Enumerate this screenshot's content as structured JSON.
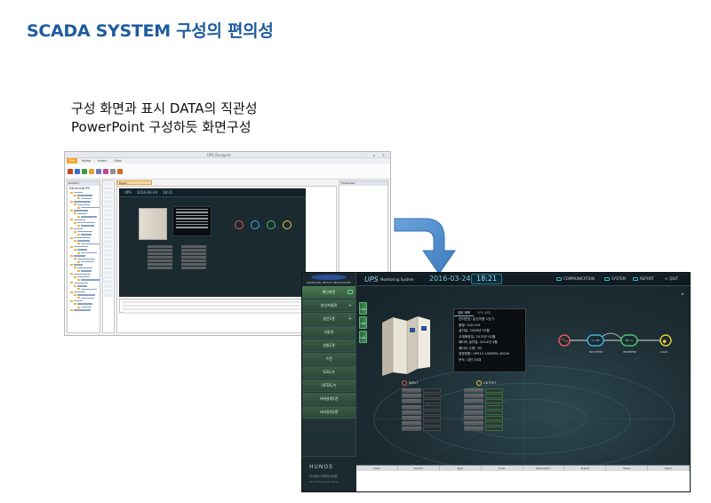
{
  "slide": {
    "title": "SCADA SYSTEM 구성의 편의성",
    "subtitle_lines": [
      "구성 화면과 표시 DATA의 직관성",
      "PowerPoint 구성하듯 화면구성"
    ]
  },
  "colors": {
    "title": "#1f5c9e",
    "arrow": "#4a86c8",
    "nav_green": "#3a5c45",
    "accent_cyan": "#72c7e4",
    "editor_tab": "#f4a62a"
  },
  "editor": {
    "tree_title": "SamsungUPS",
    "active_tab": "File"
  },
  "hmi": {
    "app_name": "UPS",
    "subtitle": "Monitoring System",
    "date": "2016-03-24",
    "time": "18:21",
    "header_buttons": [
      "COMMUNICATION",
      "SYSTEM",
      "REPORT",
      "QUIT"
    ],
    "nav_items": [
      "메인화면",
      "분산지원관",
      "생산1관",
      "자동관",
      "실험1관",
      "수전",
      "G2도가",
      "OFD도가",
      "서버실계1관",
      "서버실치2관"
    ],
    "side_tabs": [
      "UPS",
      "UPS",
      "UPS"
    ],
    "info_tabs": [
      "장비 제목",
      "UPS 상태"
    ],
    "info_lines": [
      "관리번호: 분산지원 1호기",
      "용량: 100 kVA",
      "설치일: 2008년 02월",
      "교체예정일: 2015년 02월",
      "배터리 설치일: 2014년 4월",
      "배터리 수명: 7년",
      "정향정원: UPS12-100MRX 40Cell",
      "문도: 내진 30대"
    ],
    "input_label": "INPUT",
    "output_label": "OUTPUT",
    "flow_labels": [
      "RECTIFIER",
      "INVERTER",
      "LOAD"
    ],
    "brand": "HUNOS",
    "brand_sub": "(주)후노스엔지니어링",
    "brand_sub2": "Hunos Engineering Co.",
    "samsung": "SAMSUNG HEAVY INDUSTRIES",
    "bottom_cols": [
      "Date",
      "Device",
      "Type",
      "Code",
      "Description",
      "Status",
      "Value",
      "Alarm"
    ]
  }
}
